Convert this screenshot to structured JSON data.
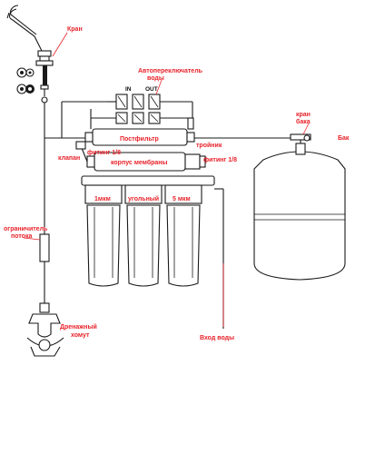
{
  "labels": {
    "faucet": "Кран",
    "auto_switch_line1": "Автопереключатель",
    "auto_switch_line2": "воды",
    "in": "IN",
    "out": "OUT",
    "tank_valve_line1": "кран",
    "tank_valve_line2": "бака",
    "tank": "Бак",
    "postfilter": "Постфильтр",
    "tee": "тройник",
    "fitting_left": "фитинг 1/8",
    "valve": "клапан",
    "membrane_housing": "корпус мембраны",
    "fitting_right": "фитинг 1/8",
    "filter_1": "1мкм",
    "filter_2": "угольный",
    "filter_3": "5 мкм",
    "flow_limiter_line1": "ограничитель",
    "flow_limiter_line2": "потока",
    "drain_clamp_line1": "Дренажный",
    "drain_clamp_line2": "хомут",
    "water_inlet": "Вход воды"
  },
  "colors": {
    "label_red": "#e8222a",
    "line": "#1a1a1a"
  }
}
